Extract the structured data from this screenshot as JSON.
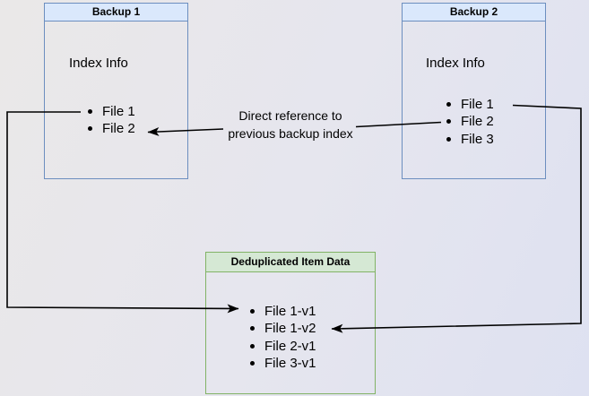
{
  "diagram": {
    "backup1": {
      "title": "Backup 1",
      "section_label": "Index Info",
      "files": [
        "File 1",
        "File 2"
      ]
    },
    "backup2": {
      "title": "Backup 2",
      "section_label": "Index Info",
      "files": [
        "File 1",
        "File 2",
        "File 3"
      ]
    },
    "dedup": {
      "title": "Deduplicated Item Data",
      "items": [
        "File 1-v1",
        "File 1-v2",
        "File 2-v1",
        "File 3-v1"
      ]
    },
    "annotation_lines": [
      "Direct reference to",
      "previous backup index"
    ],
    "colors": {
      "blue_border": "#6C8EBF",
      "blue_fill": "#DAE8FC",
      "green_border": "#82B366",
      "green_fill": "#D5E8D4",
      "connector": "#000000"
    }
  }
}
